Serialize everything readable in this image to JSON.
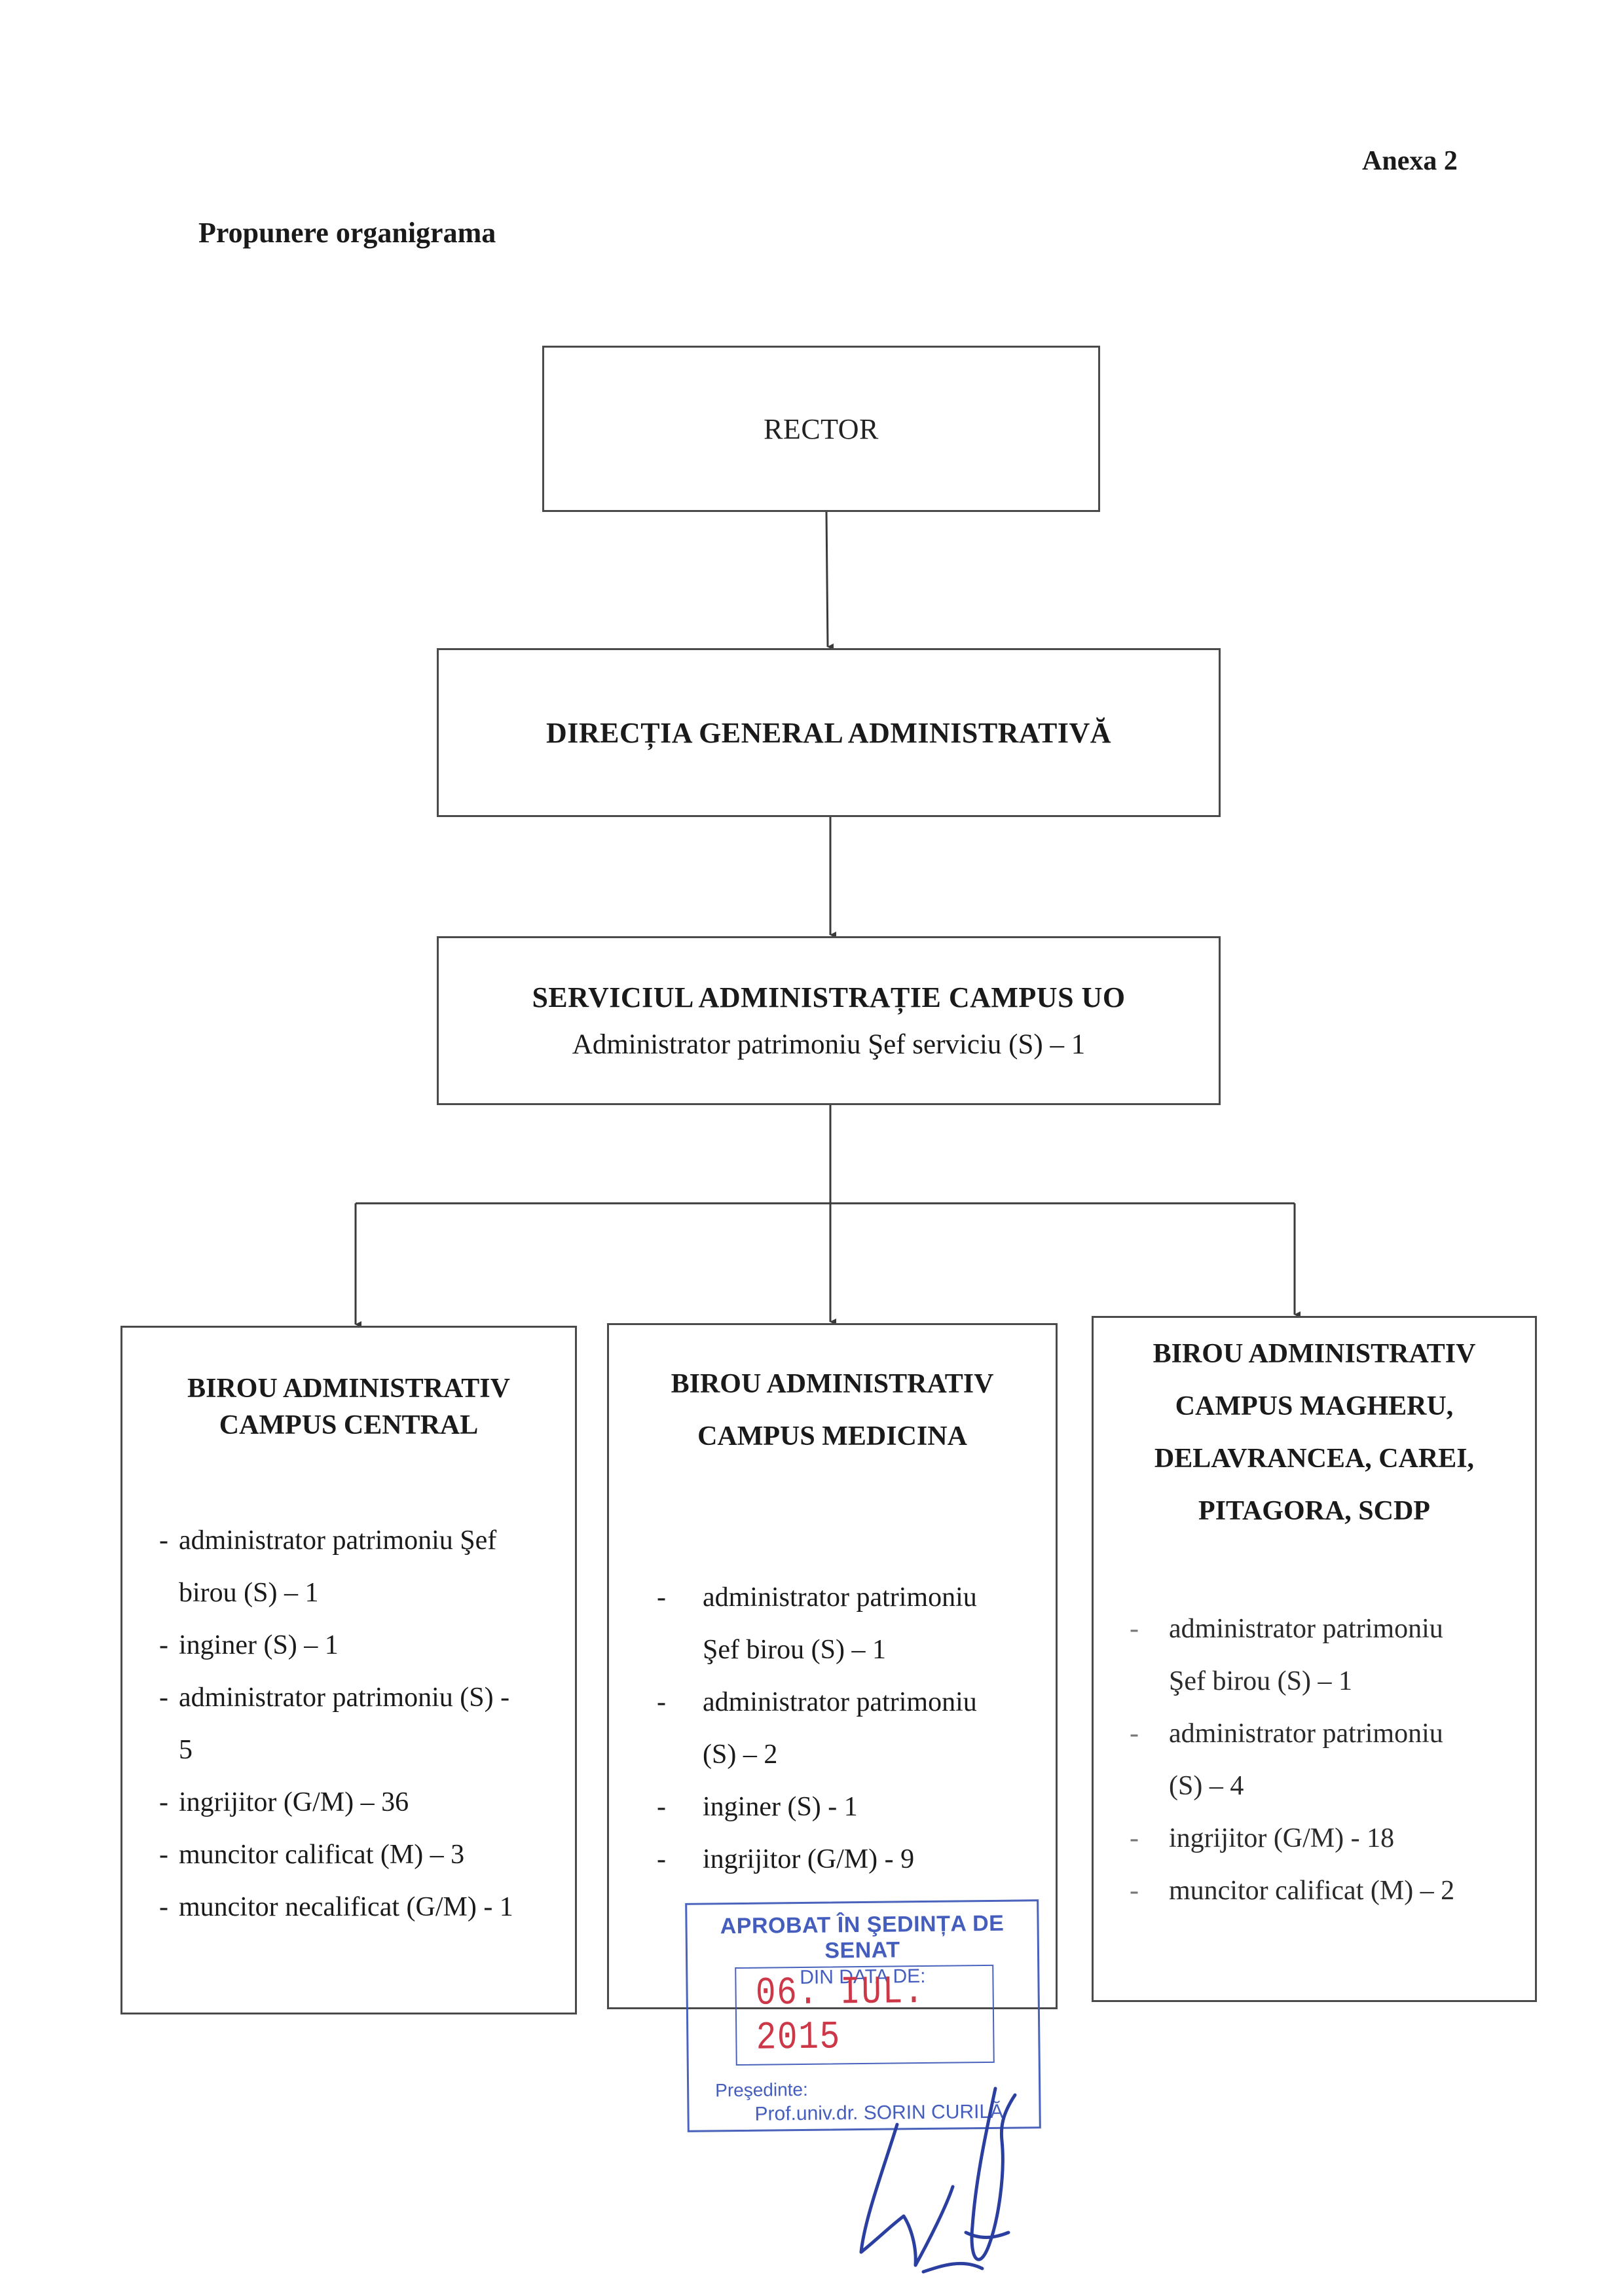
{
  "header": {
    "annex": "Anexa 2",
    "title": "Propunere organigrama"
  },
  "chart": {
    "rector": "RECTOR",
    "directia": "DIRECȚIA GENERAL ADMINISTRATIVĂ",
    "serviciu": {
      "title": "SERVICIUL ADMINISTRAȚIE CAMPUS UO",
      "subtitle": "Administrator patrimoniu Şef serviciu (S) – 1"
    },
    "birouri": [
      {
        "title_lines": [
          "BIROU ADMINISTRATIV",
          "CAMPUS CENTRAL"
        ],
        "items": [
          "administrator patrimoniu Şef",
          "birou (S) – 1",
          "inginer (S) – 1",
          "administrator patrimoniu (S) -",
          "5",
          "ingrijitor (G/M) – 36",
          "muncitor calificat (M) – 3",
          "muncitor necalificat (G/M) - 1"
        ]
      },
      {
        "title_lines": [
          "BIROU ADMINISTRATIV",
          "CAMPUS MEDICINA"
        ],
        "items": [
          "administrator patrimoniu",
          "Şef birou (S) – 1",
          "administrator patrimoniu",
          "(S) – 2",
          "inginer (S) - 1",
          "ingrijitor (G/M) - 9"
        ]
      },
      {
        "title_lines": [
          "BIROU ADMINISTRATIV",
          "CAMPUS MAGHERU,",
          "DELAVRANCEA, CAREI,",
          "PITAGORA, SCDP"
        ],
        "items": [
          "administrator patrimoniu",
          "Şef birou (S) – 1",
          "administrator patrimoniu",
          "(S) – 4",
          "ingrijitor (G/M) - 18",
          "muncitor calificat (M) – 2"
        ]
      }
    ]
  },
  "stamp": {
    "line1": "APROBAT ÎN ŞEDINȚA DE SENAT",
    "line2": "DIN DATA DE:",
    "date": "06. IUL. 2015",
    "pres_label": "Preşedinte:",
    "pres_name": "Prof.univ.dr. SORIN CURILĂ"
  },
  "colors": {
    "stamp_blue": "#3651b8",
    "stamp_red": "#c9283a"
  }
}
